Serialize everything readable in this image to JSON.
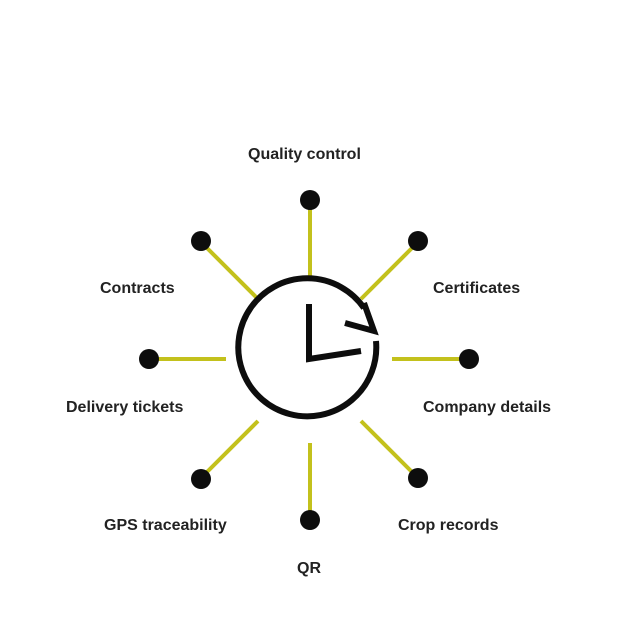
{
  "hub": {
    "icon": "clock-refresh-icon"
  },
  "colors": {
    "accent": "#c3c11c",
    "ink": "#0d0d0d",
    "text": "#222222"
  },
  "labels": {
    "quality_control": "Quality control",
    "certificates": "Certificates",
    "company_details": "Company details",
    "crop_records": "Crop records",
    "qr": "QR",
    "gps_traceability": "GPS traceability",
    "delivery_tickets": "Delivery tickets",
    "contracts": "Contracts"
  }
}
